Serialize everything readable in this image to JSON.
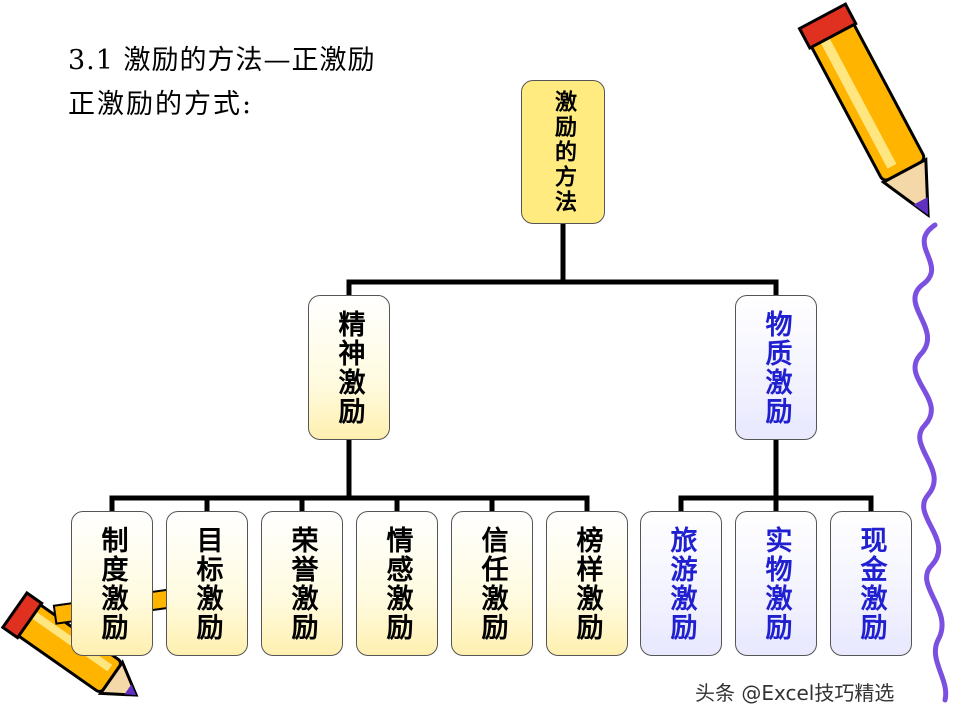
{
  "title": "3.1 激励的方法—正激励",
  "subtitle": "正激励的方式:",
  "diagram": {
    "root": "激励的方法",
    "branches": [
      {
        "label": "精神激励",
        "children": [
          "制度激励",
          "目标激励",
          "荣誉激励",
          "情感激励",
          "信任激励",
          "榜样激励"
        ]
      },
      {
        "label": "物质激励",
        "children": [
          "旅游激励",
          "实物激励",
          "现金激励"
        ]
      }
    ]
  },
  "colors": {
    "root_fill": "#ffeb80",
    "spirit_text": "#000000",
    "material_text": "#2020d0",
    "connector": "#000000",
    "squiggle": "#7b4fe0"
  },
  "watermark": "头条 @Excel技巧精选"
}
